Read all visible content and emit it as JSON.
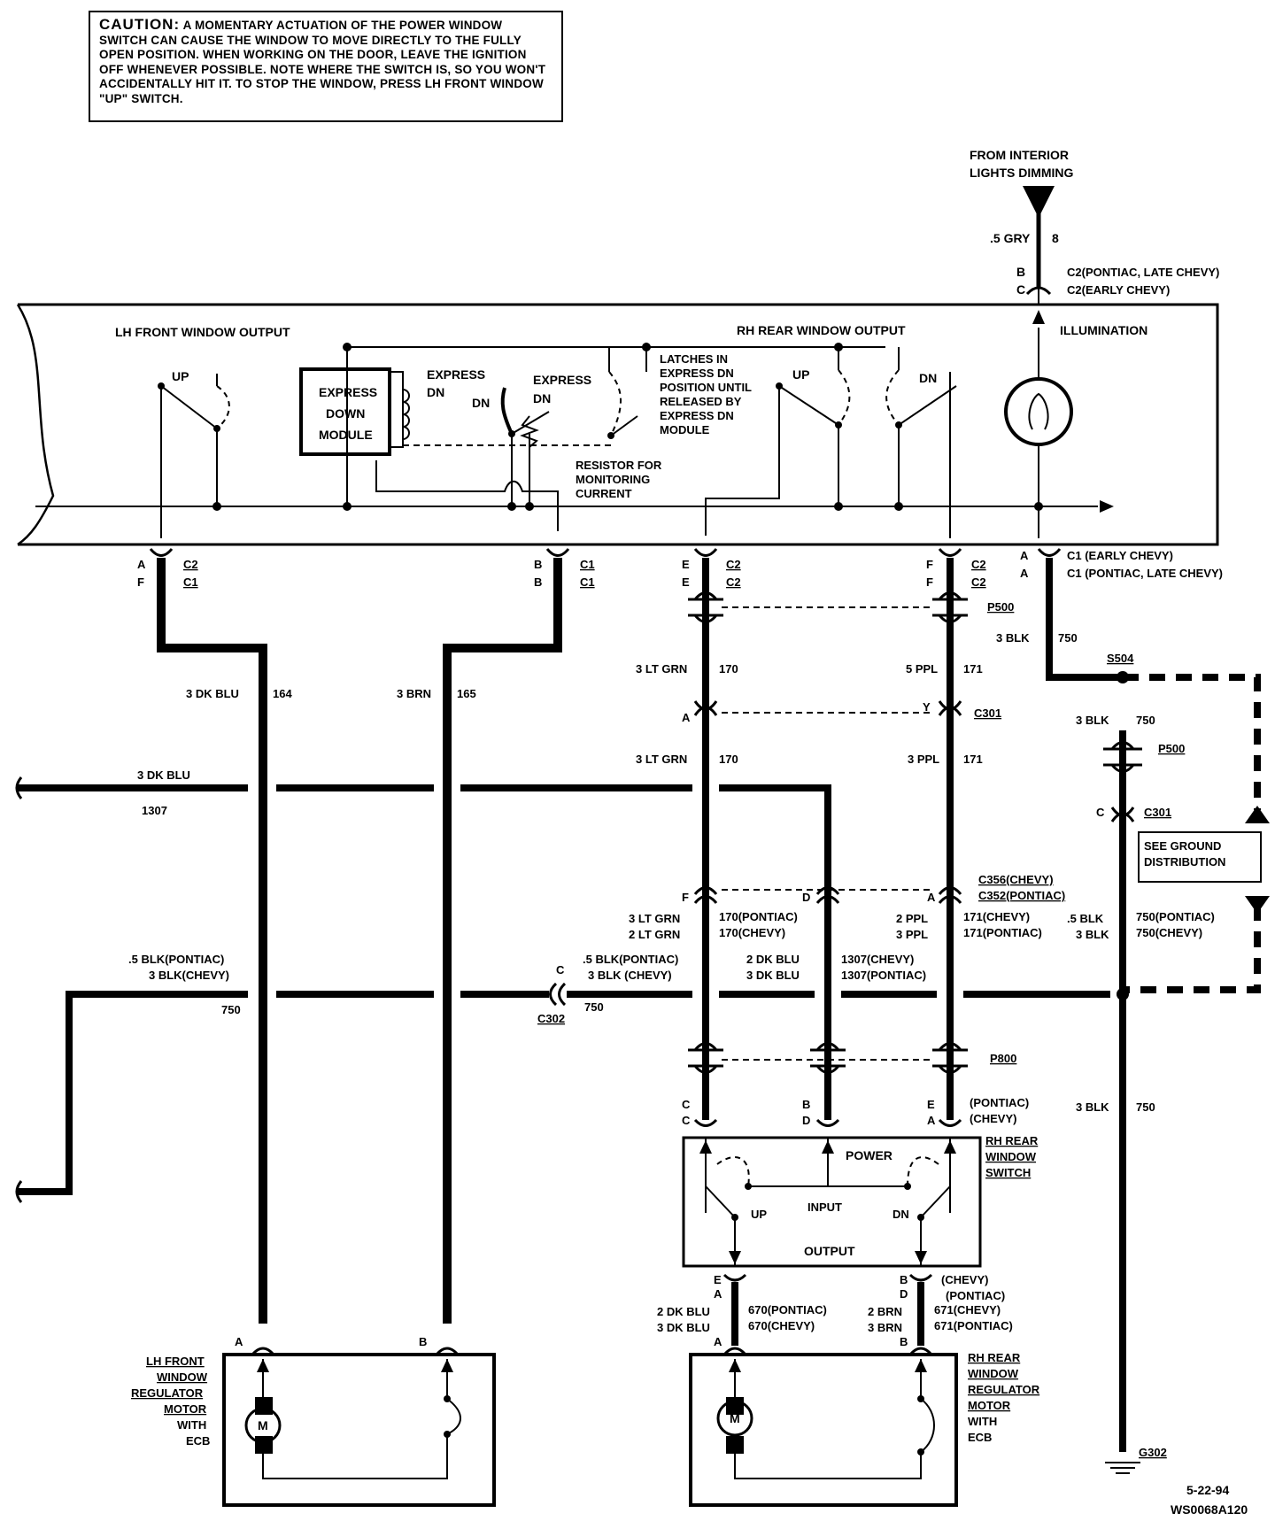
{
  "caution": {
    "heading": "CAUTION:",
    "text": "A MOMENTARY ACTUATION OF THE POWER WINDOW SWITCH CAN CAUSE THE WINDOW TO MOVE DIRECTLY TO THE FULLY OPEN POSITION. WHEN WORKING ON THE DOOR, LEAVE THE IGNITION OFF WHENEVER POSSIBLE. NOTE WHERE THE SWITCH IS, SO YOU WON'T ACCIDENTALLY HIT IT. TO STOP THE WINDOW, PRESS LH FRONT WINDOW \"UP\" SWITCH."
  },
  "labels": {
    "from_interior_1": "FROM INTERIOR",
    "from_interior_2": "LIGHTS DIMMING",
    "gry_wire": ".5 GRY",
    "gry_circuit": "8",
    "pin_b_top": "B",
    "pin_c_top": "C",
    "c2_pontiac_late": "C2(PONTIAC, LATE CHEVY)",
    "c2_early": "C2(EARLY CHEVY)",
    "lh_front_output": "LH FRONT WINDOW OUTPUT",
    "rh_rear_output": "RH REAR WINDOW OUTPUT",
    "illumination": "ILLUMINATION",
    "up": "UP",
    "dn": "DN",
    "express_down_1": "EXPRESS",
    "express_down_2": "DOWN",
    "express_down_3": "MODULE",
    "express_dn_a1": "EXPRESS",
    "express_dn_a2": "DN",
    "express_dn_b1": "EXPRESS",
    "express_dn_b2": "DN",
    "dn_switch": "DN",
    "latches_1": "LATCHES IN",
    "latches_2": "EXPRESS DN",
    "latches_3": "POSITION UNTIL",
    "latches_4": "RELEASED BY",
    "latches_5": "EXPRESS DN",
    "latches_6": "MODULE",
    "resistor_1": "RESISTOR FOR",
    "resistor_2": "MONITORING",
    "resistor_3": "CURRENT",
    "c1_early": "C1 (EARLY CHEVY)",
    "c1_pontiac_late": "C1 (PONTIAC, LATE CHEVY)",
    "pin_a": "A",
    "pin_b": "B",
    "pin_c": "C",
    "pin_d": "D",
    "pin_e": "E",
    "pin_f": "F",
    "pin_y": "Y",
    "c1": "C1",
    "c2": "C2",
    "p500": "P500",
    "c301": "C301",
    "c302": "C302",
    "p800": "P800",
    "s504": "S504",
    "g302": "G302",
    "w_3_blk": "3 BLK",
    "c_750": "750",
    "w_3_dk_blu": "3 DK BLU",
    "c_164": "164",
    "w_3_brn": "3 BRN",
    "c_165": "165",
    "w_3_lt_grn": "3 LT GRN",
    "c_170": "170",
    "w_5_ppl": "5 PPL",
    "w_3_ppl": "3 PPL",
    "c_171": "171",
    "c_1307": "1307",
    "see_ground_1": "SEE GROUND",
    "see_ground_2": "DISTRIBUTION",
    "c356": "C356(CHEVY)",
    "c352": "C352(PONTIAC)",
    "f_lt_grn_1": "3 LT GRN",
    "f_lt_grn_2": "2 LT GRN",
    "f_170p": "170(PONTIAC)",
    "f_170c": "170(CHEVY)",
    "a_ppl_1": "2 PPL",
    "a_ppl_2": "3 PPL",
    "a_171c": "171(CHEVY)",
    "a_171p": "171(PONTIAC)",
    "blk_5": ".5 BLK",
    "blk_3": "3 BLK",
    "c_750p": "750(PONTIAC)",
    "c_750c": "750(CHEVY)",
    "blk_pontiac": ".5 BLK(PONTIAC)",
    "blk_chevy": "3 BLK(CHEVY)",
    "blk_chevy_sp": "3 BLK (CHEVY)",
    "dkblu_2": "2 DK BLU",
    "dkblu_3": "3 DK BLU",
    "c_1307c": "1307(CHEVY)",
    "c_1307p": "1307(PONTIAC)",
    "pontiac": "(PONTIAC)",
    "chevy": "(CHEVY)",
    "power": "POWER",
    "input": "INPUT",
    "output": "OUTPUT",
    "rh_rear_sw_1": "RH REAR",
    "rh_rear_sw_2": "WINDOW",
    "rh_rear_sw_3": "SWITCH",
    "w_2_dk_blu": "2 DK BLU",
    "w_3_dk_blu_b": "3 DK BLU",
    "c_670p": "670(PONTIAC)",
    "c_670c": "670(CHEVY)",
    "w_2_brn": "2 BRN",
    "w_3_brn_b": "3 BRN",
    "c_671c": "671(CHEVY)",
    "c_671p": "671(PONTIAC)",
    "lh_motor_1": "LH FRONT",
    "lh_motor_2": "WINDOW",
    "lh_motor_3": "REGULATOR",
    "lh_motor_4": "MOTOR",
    "lh_motor_5": "WITH",
    "lh_motor_6": "ECB",
    "rh_motor_1": "RH REAR",
    "rh_motor_2": "WINDOW",
    "rh_motor_3": "REGULATOR",
    "rh_motor_4": "MOTOR",
    "rh_motor_5": "WITH",
    "rh_motor_6": "ECB",
    "motor_m": "M",
    "date": "5-22-94",
    "figure_id": "WS0068A120"
  }
}
